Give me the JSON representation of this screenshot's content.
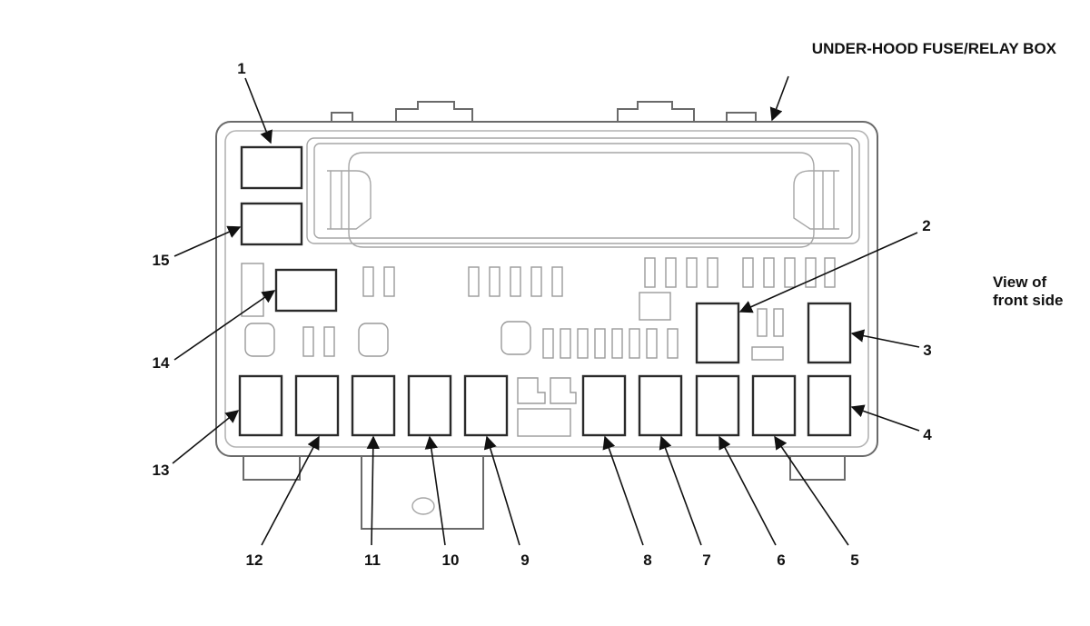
{
  "title": "UNDER-HOOD FUSE/RELAY BOX",
  "view_label_line1": "View of",
  "view_label_line2": "front side",
  "callouts": [
    "1",
    "2",
    "3",
    "4",
    "5",
    "6",
    "7",
    "8",
    "9",
    "10",
    "11",
    "12",
    "13",
    "14",
    "15"
  ],
  "colors": {
    "line": "#111111",
    "relay_outline": "#2a2a2a",
    "housing": "#6a6a6a",
    "detail": "#a6a6a6"
  }
}
